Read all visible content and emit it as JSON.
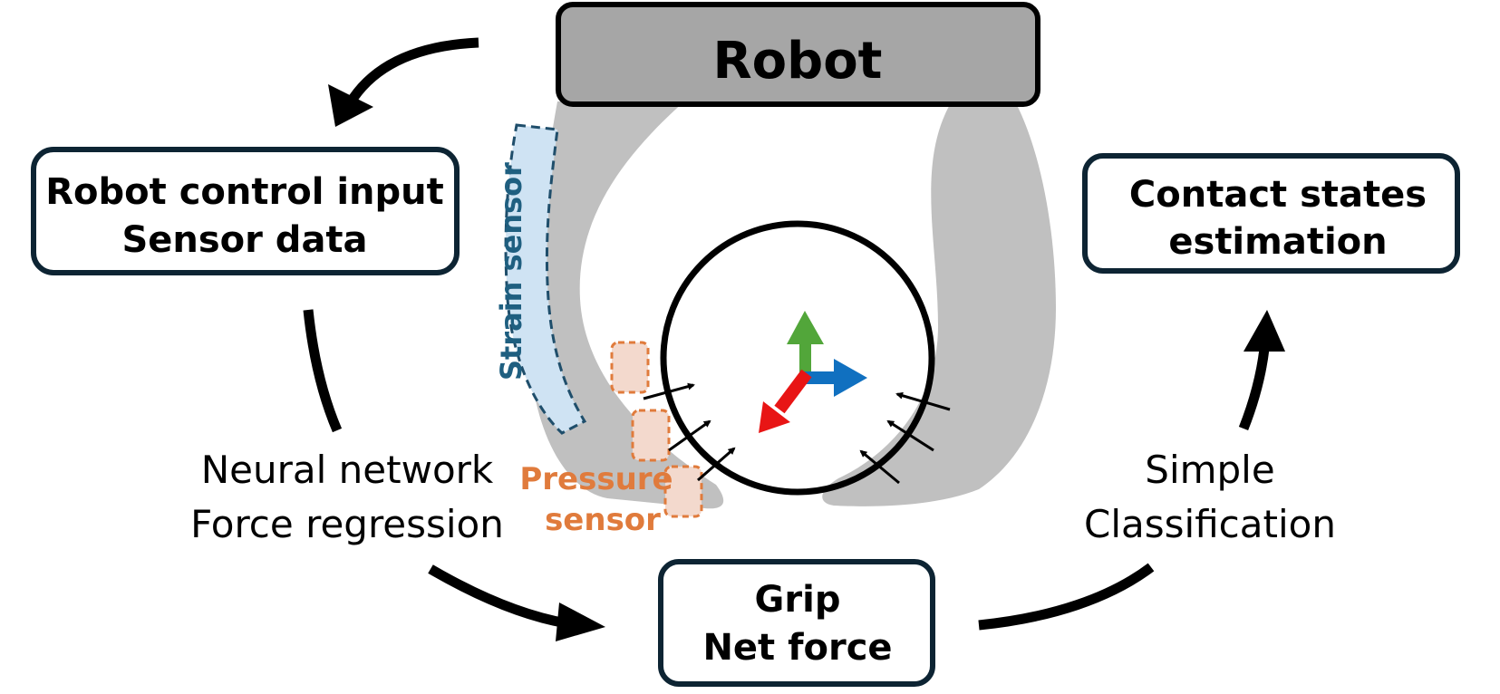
{
  "robot": {
    "label": "Robot"
  },
  "boxes": {
    "input": {
      "line1": "Robot control input",
      "line2": "Sensor data"
    },
    "contact": {
      "line1": "Contact states",
      "line2": "estimation"
    },
    "grip": {
      "line1": "Grip",
      "line2": "Net force"
    }
  },
  "edges": {
    "regression": {
      "line1": "Neural network",
      "line2": "Force regression"
    },
    "classification": {
      "line1": "Simple",
      "line2": "Classification"
    }
  },
  "sensors": {
    "strain": "Strain sensor",
    "pressure_line1": "Pressure",
    "pressure_line2": "sensor"
  },
  "colors": {
    "gripper": "#c0c0c0",
    "robot_box": "#a6a6a6",
    "box_border": "#0d2433",
    "strain_fill": "#cfe3f3",
    "strain_text": "#1f5f80",
    "pressure": "#e07b3c",
    "axis_x": "#e81515",
    "axis_y": "#52a63a",
    "axis_z": "#1070c0"
  }
}
